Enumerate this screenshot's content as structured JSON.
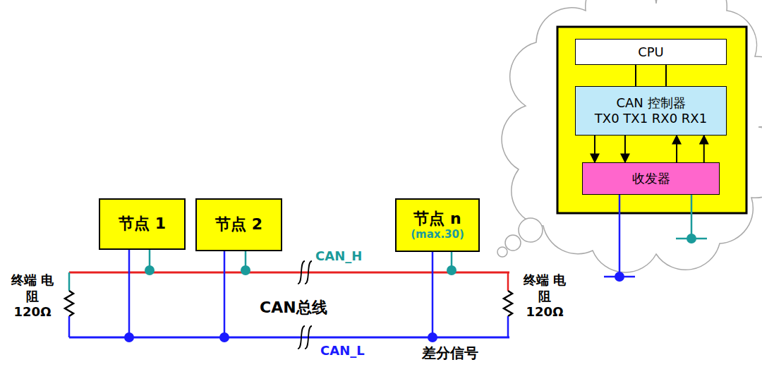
{
  "diagram": {
    "nodes": [
      {
        "text": [
          "节点 1"
        ]
      },
      {
        "text": [
          "节点 2"
        ]
      },
      {
        "text": [
          "节点 n",
          "(max.30)"
        ]
      },
      {
        "text": [
          "CPU"
        ]
      },
      {
        "text": [
          "CAN 控制器",
          "TX0 TX1 RX0 RX1"
        ]
      },
      {
        "text": [
          "收发器"
        ]
      }
    ],
    "edges": [
      {
        "from": 3,
        "to": 4,
        "arrow": "none"
      },
      {
        "from": 3,
        "to": 4,
        "arrow": "none"
      },
      {
        "from": 4,
        "to": 5,
        "arrow": "to"
      },
      {
        "from": 4,
        "to": 5,
        "arrow": "to"
      },
      {
        "from": 5,
        "to": 4,
        "arrow": "to"
      },
      {
        "from": 5,
        "to": 4,
        "arrow": "to"
      }
    ],
    "labels": [
      "终端 电阻 120Ω",
      "CAN_H",
      "CAN总线",
      "终端 电阻 120Ω",
      "CAN_L",
      "差分信号"
    ]
  }
}
